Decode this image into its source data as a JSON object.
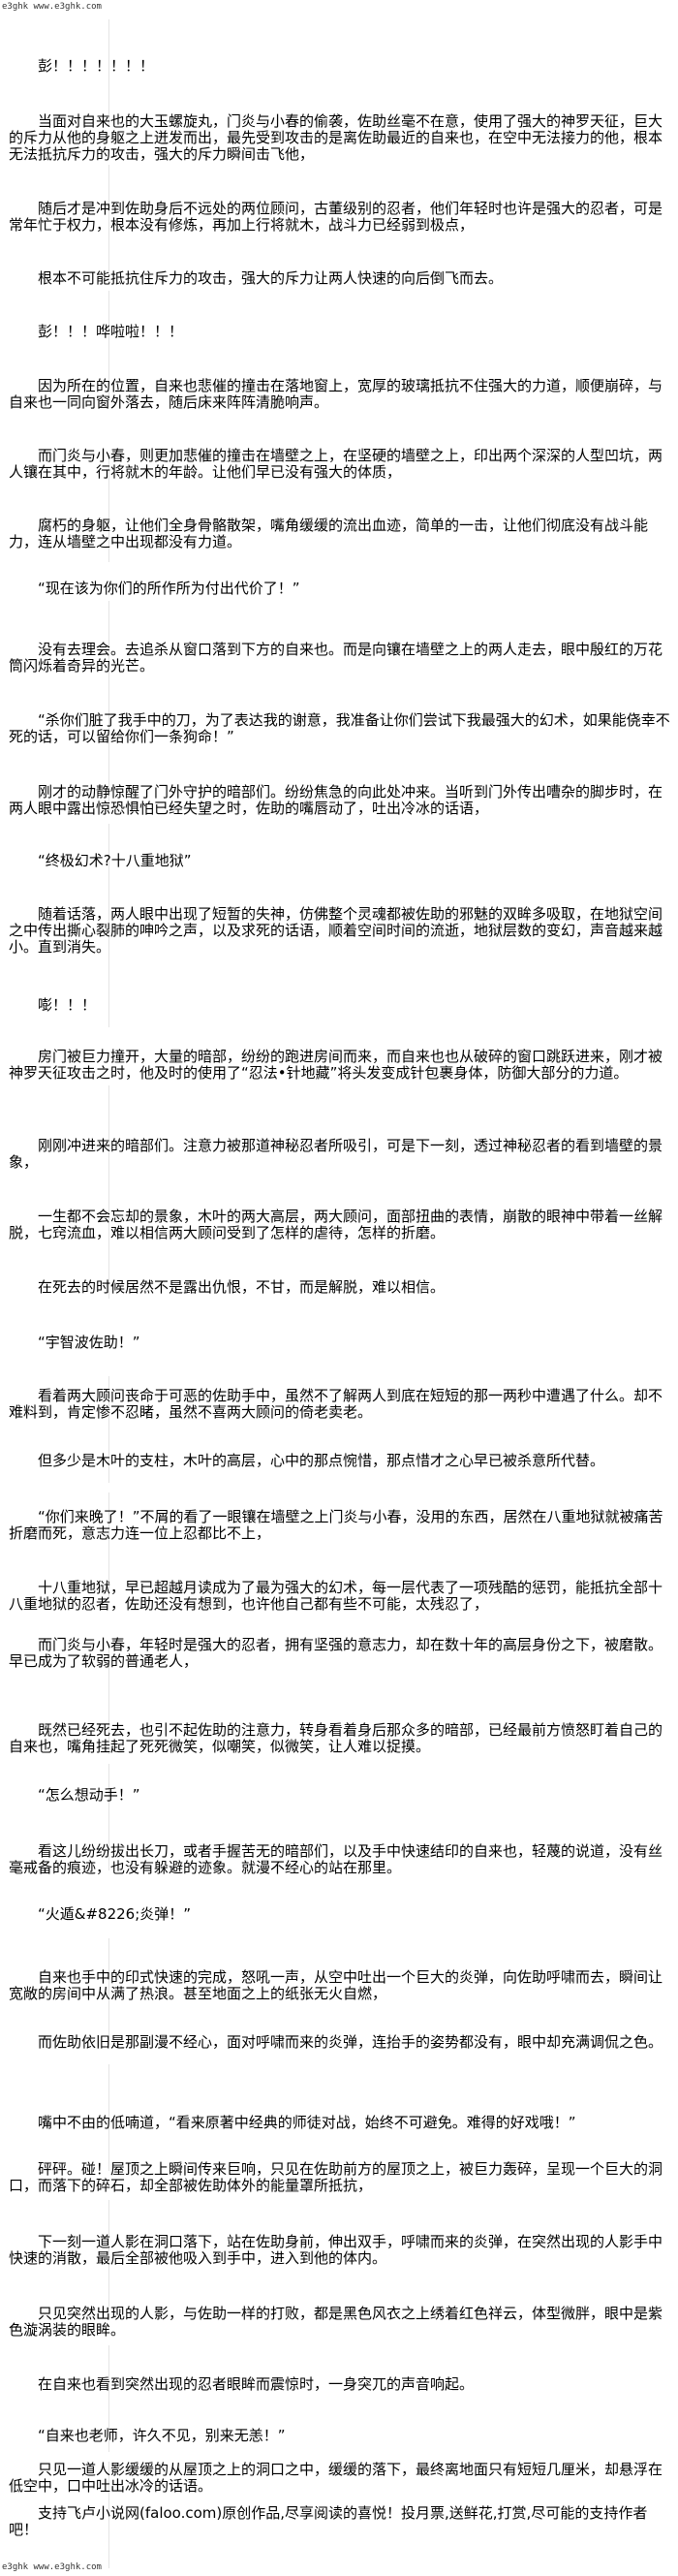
{
  "source": {
    "header": "e3ghk www.e3ghk.com",
    "footer": "e3ghk www.e3ghk.com"
  },
  "paragraphs": [
    "彭！！！！！！！",
    "当面对自来也的大玉螺旋丸，门炎与小春的偷袭，佐助丝毫不在意，使用了强大的神罗天征，巨大的斥力从他的身躯之上迸发而出，最先受到攻击的是离佐助最近的自来也，在空中无法接力的他，根本无法抵抗斥力的攻击，强大的斥力瞬间击飞他，",
    "随后才是冲到佐助身后不远处的两位顾问，古董级别的忍者，他们年轻时也许是强大的忍者，可是常年忙于权力，根本没有修炼，再加上行将就木，战斗力已经弱到极点，",
    "根本不可能抵抗住斥力的攻击，强大的斥力让两人快速的向后倒飞而去。",
    "彭！！！哗啦啦！！！",
    "因为所在的位置，自来也悲催的撞击在落地窗上，宽厚的玻璃抵抗不住强大的力道，顺便崩碎，与自来也一同向窗外落去，随后床来阵阵清脆响声。",
    "而门炎与小春，则更加悲催的撞击在墙壁之上，在坚硬的墙壁之上，印出两个深深的人型凹坑，两人镶在其中，行将就木的年龄。让他们早已没有强大的体质，",
    "腐朽的身躯，让他们全身骨骼散架，嘴角缓缓的流出血迹，简单的一击，让他们彻底没有战斗能力，连从墙壁之中出现都没有力道。",
    "“现在该为你们的所作所为付出代价了！”",
    "没有去理会。去追杀从窗口落到下方的自来也。而是向镶在墙壁之上的两人走去，眼中殷红的万花筒闪烁着奇异的光芒。",
    "“杀你们脏了我手中的刀，为了表达我的谢意，我准备让你们尝试下我最强大的幻术，如果能侥幸不死的话，可以留给你们一条狗命！”",
    "刚才的动静惊醒了门外守护的暗部们。纷纷焦急的向此处冲来。当听到门外传出嘈杂的脚步时，在两人眼中露出惊恐惧怕已经失望之时，佐助的嘴唇动了，吐出冷冰的话语，",
    "“终极幻术?十八重地狱”",
    "随着话落，两人眼中出现了短暂的失神，仿佛整个灵魂都被佐助的邪魅的双眸多吸取，在地狱空间之中传出撕心裂肺的呻吟之声，以及求死的话语，顺着空间时间的流逝，地狱层数的变幻，声音越来越小。直到消失。",
    "嘭！！！",
    "房门被巨力撞开，大量的暗部，纷纷的跑进房间而来，而自来也也从破碎的窗口跳跃进来，刚才被神罗天征攻击之时，他及时的使用了“忍法•针地藏”将头发变成针包裹身体，防御大部分的力道。",
    "刚刚冲进来的暗部们。注意力被那道神秘忍者所吸引，可是下一刻，透过神秘忍者的看到墙壁的景象，",
    "一生都不会忘却的景象，木叶的两大高层，两大顾问，面部扭曲的表情，崩散的眼神中带着一丝解脱，七窍流血，难以相信两大顾问受到了怎样的虐待，怎样的折磨。",
    "在死去的时候居然不是露出仇恨，不甘，而是解脱，难以相信。",
    "“宇智波佐助！”",
    "看着两大顾问丧命于可恶的佐助手中，虽然不了解两人到底在短短的那一两秒中遭遇了什么。却不难料到，肯定惨不忍睹，虽然不喜两大顾问的倚老卖老。",
    "但多少是木叶的支柱，木叶的高层，心中的那点惋惜，那点惜才之心早已被杀意所代替。",
    "“你们来晚了！”不屑的看了一眼镶在墙壁之上门炎与小春，没用的东西，居然在八重地狱就被痛苦折磨而死，意志力连一位上忍都比不上，",
    "十八重地狱，早已超越月读成为了最为强大的幻术，每一层代表了一项残酷的惩罚，能抵抗全部十八重地狱的忍者，佐助还没有想到，也许他自己都有些不可能，太残忍了，",
    "而门炎与小春，年轻时是强大的忍者，拥有坚强的意志力，却在数十年的高层身份之下，被磨散。早已成为了软弱的普通老人，",
    "既然已经死去，也引不起佐助的注意力，转身看着身后那众多的暗部，已经最前方愤怒盯着自己的自来也，嘴角挂起了死死微笑，似嘲笑，似微笑，让人难以捉摸。",
    "“怎么想动手！”",
    "看这儿纷纷拔出长刀，或者手握苦无的暗部们，以及手中快速结印的自来也，轻蔑的说道，没有丝毫戒备的痕迹，也没有躲避的迹象。就漫不经心的站在那里。",
    "“火遁&#8226;炎弹！”",
    "自来也手中的印式快速的完成，怒吼一声，从空中吐出一个巨大的炎弹，向佐助呼啸而去，瞬间让宽敞的房间中从满了热浪。甚至地面之上的纸张无火自燃，",
    "而佐助依旧是那副漫不经心，面对呼啸而来的炎弹，连抬手的姿势都没有，眼中却充满调侃之色。",
    "嘴中不由的低喃道，“看来原著中经典的师徒对战，始终不可避免。难得的好戏哦！”",
    "砰砰。碰！屋顶之上瞬间传来巨响，只见在佐助前方的屋顶之上，被巨力轰碎，呈现一个巨大的洞口，而落下的碎石，却全部被佐助体外的能量罩所抵抗，",
    "下一刻一道人影在洞口落下，站在佐助身前，伸出双手，呼啸而来的炎弹，在突然出现的人影手中快速的消散，最后全部被他吸入到手中，进入到他的体内。",
    "只见突然出现的人影，与佐助一样的打败，都是黑色风衣之上绣着红色祥云，体型微胖，眼中是紫色漩涡装的眼眸。",
    "在自来也看到突然出现的忍者眼眸而震惊时，一身突兀的声音响起。",
    "“自来也老师，许久不见，别来无恙！”",
    "只见一道人影缓缓的从屋顶之上的洞口之中，缓缓的落下，最终离地面只有短短几厘米，却悬浮在低空中，口中吐出冰冷的话语。",
    "支持飞卢小说网(faloo.com)原创作品,尽享阅读的喜悦！投月票,送鲜花,打赏,尽可能的支持作者吧！"
  ]
}
